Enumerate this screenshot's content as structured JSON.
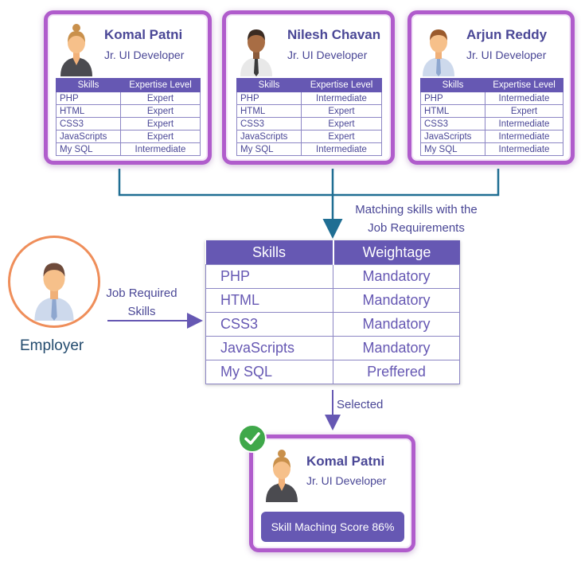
{
  "candidates": [
    {
      "name": "Komal Patni",
      "role": "Jr. UI Developer",
      "headers": [
        "Skills",
        "Expertise Level"
      ],
      "rows": [
        [
          "PHP",
          "Expert"
        ],
        [
          "HTML",
          "Expert"
        ],
        [
          "CSS3",
          "Expert"
        ],
        [
          "JavaScripts",
          "Expert"
        ],
        [
          "My SQL",
          "Intermediate"
        ]
      ]
    },
    {
      "name": "Nilesh Chavan",
      "role": "Jr. UI Developer",
      "headers": [
        "Skills",
        "Expertise Level"
      ],
      "rows": [
        [
          "PHP",
          "Intermediate"
        ],
        [
          "HTML",
          "Expert"
        ],
        [
          "CSS3",
          "Expert"
        ],
        [
          "JavaScripts",
          "Expert"
        ],
        [
          "My SQL",
          "Intermediate"
        ]
      ]
    },
    {
      "name": "Arjun Reddy",
      "role": "Jr. UI Developer",
      "headers": [
        "Skills",
        "Expertise Level"
      ],
      "rows": [
        [
          "PHP",
          "Intermediate"
        ],
        [
          "HTML",
          "Expert"
        ],
        [
          "CSS3",
          "Intermediate"
        ],
        [
          "JavaScripts",
          "Intermediate"
        ],
        [
          "My SQL",
          "Intermediate"
        ]
      ]
    }
  ],
  "matching": {
    "label_line1": "Matching skills with the",
    "label_line2": "Job Requirements"
  },
  "employer": {
    "label": "Employer",
    "arrow_label_line1": "Job Required",
    "arrow_label_line2": "Skills"
  },
  "requirements": {
    "headers": [
      "Skills",
      "Weightage"
    ],
    "rows": [
      [
        "PHP",
        "Mandatory"
      ],
      [
        "HTML",
        "Mandatory"
      ],
      [
        "CSS3",
        "Mandatory"
      ],
      [
        "JavaScripts",
        "Mandatory"
      ],
      [
        "My SQL",
        "Preffered"
      ]
    ]
  },
  "selection": {
    "label": "Selected",
    "name": "Komal Patni",
    "role": "Jr. UI Developer",
    "score_text": "Skill Maching Score 86%"
  },
  "colors": {
    "card_border": "#b05ccc",
    "header_fill": "#6658b3",
    "connector": "#1f6e93",
    "employer_ring": "#ef8e5a",
    "check": "#3fa84a"
  },
  "icons": [
    "female-developer-avatar",
    "male-developer-avatar",
    "male-developer-avatar",
    "employer-avatar",
    "check-icon"
  ]
}
